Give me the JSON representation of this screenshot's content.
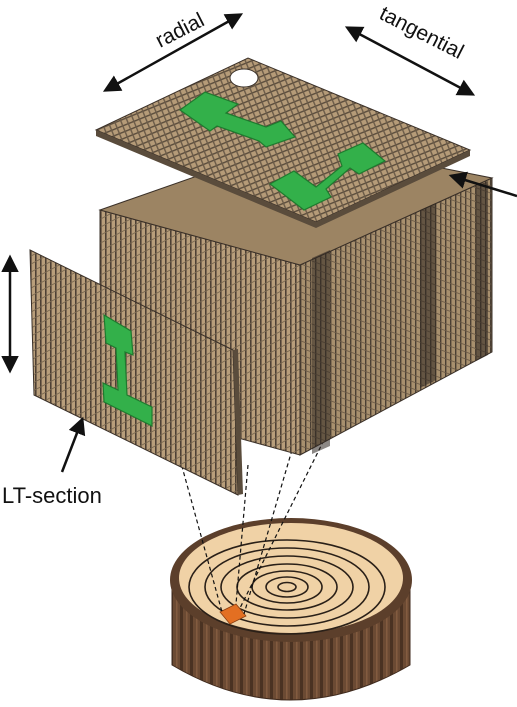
{
  "labels": {
    "radial": "radial",
    "tangential": "tangential",
    "lt_section": "LT-section"
  },
  "colors": {
    "wood_light": "#c8b08d",
    "wood_mid": "#9c8463",
    "wood_dark": "#4a3f33",
    "wood_grid": "#5a4c3c",
    "specimen_green": "#33b04a",
    "specimen_edge": "#1f7a2e",
    "log_face": "#f0d2a6",
    "log_ring": "#2a2018",
    "log_bark": "#6b4a33",
    "log_bark_dark": "#3f2a1d",
    "sample_orange": "#e36f22",
    "arrow": "#111111"
  },
  "icons": {
    "radial_arrow": "double-headed-arrow",
    "tangential_arrow": "double-headed-arrow",
    "vertical_arrow": "double-headed-arrow",
    "pointer_arrow": "arrow"
  }
}
